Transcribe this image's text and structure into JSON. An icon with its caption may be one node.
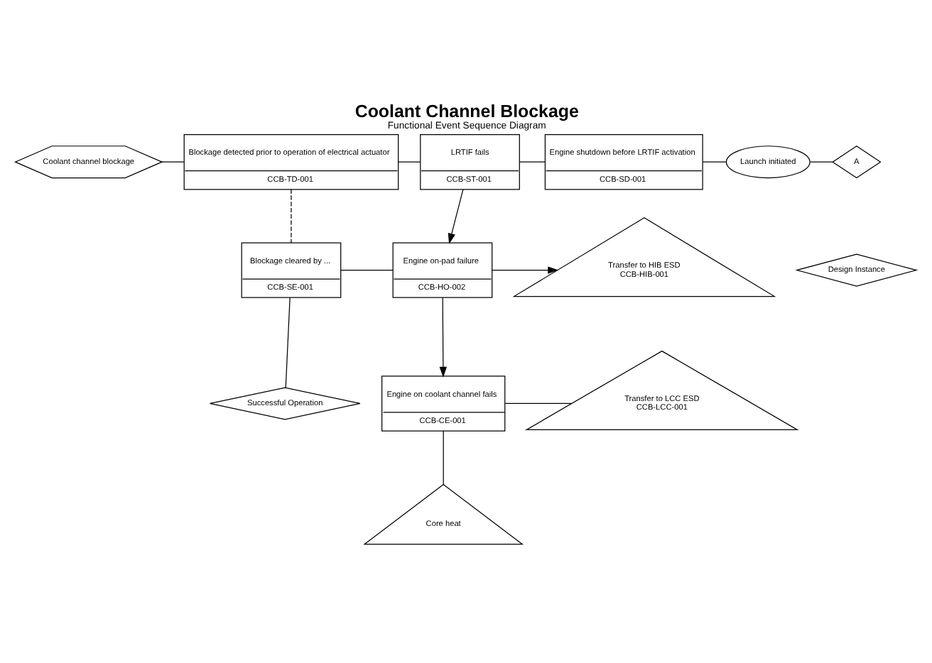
{
  "diagram": {
    "title": "Coolant Channel Blockage",
    "caption": "Functional Event Sequence Diagram",
    "nodes": [
      {
        "text": [
          "Coolant channel blockage"
        ]
      },
      {
        "text": [
          "Blockage detected prior to operation of electrical actuator",
          "CCB-TD-001"
        ]
      },
      {
        "text": [
          "LRTIF fails",
          "CCB-ST-001"
        ]
      },
      {
        "text": [
          "Engine shutdown before LRTIF activation",
          "CCB-SD-001"
        ]
      },
      {
        "text": [
          "Launch initiated"
        ]
      },
      {
        "text": [
          "A"
        ]
      },
      {
        "text": [
          "Blockage cleared by ...",
          "CCB-SE-001"
        ]
      },
      {
        "text": [
          "Engine on-pad failure",
          "CCB-HO-002"
        ]
      },
      {
        "text": [
          "Transfer to HIB ESD",
          "CCB-HIB-001"
        ]
      },
      {
        "text": [
          "Design Instance"
        ]
      },
      {
        "text": [
          "Successful Operation"
        ]
      },
      {
        "text": [
          "Engine on coolant channel fails",
          "CCB-CE-001"
        ]
      },
      {
        "text": [
          "Transfer to LCC ESD",
          "CCB-LCC-001"
        ]
      },
      {
        "text": [
          "Core heat"
        ]
      }
    ],
    "edges": [
      {
        "from": 0,
        "to": 1,
        "arrow": "none"
      },
      {
        "from": 1,
        "to": 2,
        "arrow": "none"
      },
      {
        "from": 2,
        "to": 3,
        "arrow": "none"
      },
      {
        "from": 3,
        "to": 4,
        "arrow": "none"
      },
      {
        "from": 4,
        "to": 5,
        "arrow": "none"
      },
      {
        "from": 1,
        "to": 6,
        "arrow": "none",
        "style": "dashed"
      },
      {
        "from": 2,
        "to": 7,
        "arrow": "to"
      },
      {
        "from": 6,
        "to": 7,
        "arrow": "none"
      },
      {
        "from": 7,
        "to": 8,
        "arrow": "to"
      },
      {
        "from": 6,
        "to": 10,
        "arrow": "none"
      },
      {
        "from": 7,
        "to": 11,
        "arrow": "to"
      },
      {
        "from": 11,
        "to": 12,
        "arrow": "none"
      },
      {
        "from": 11,
        "to": 13,
        "arrow": "none"
      }
    ]
  }
}
